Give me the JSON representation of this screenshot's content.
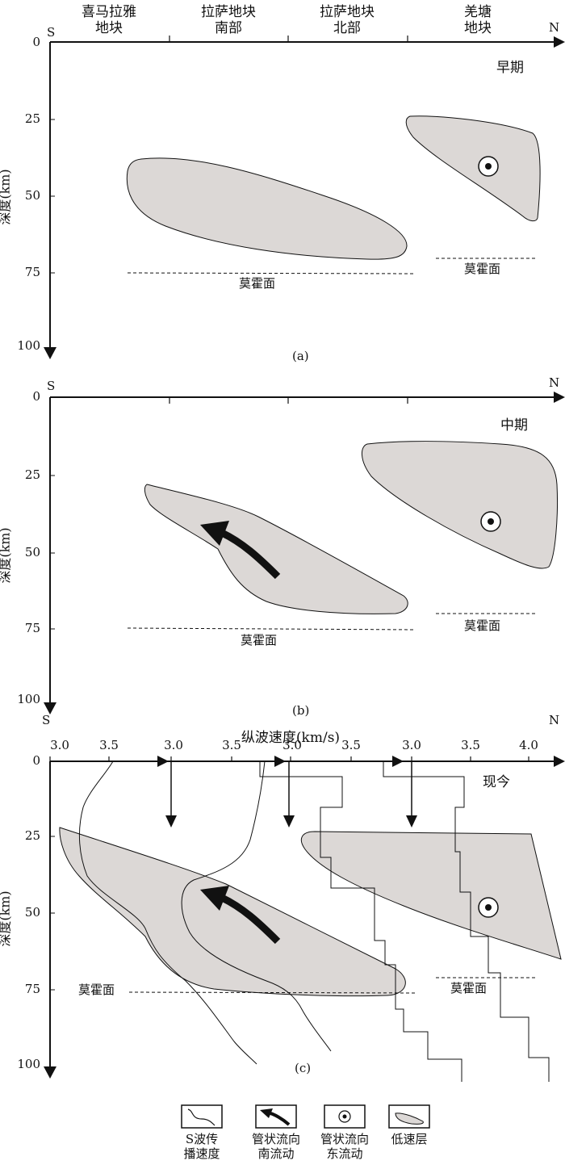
{
  "header": {
    "regions": [
      {
        "line1": "喜马拉雅",
        "line2": "地块"
      },
      {
        "line1": "拉萨地块",
        "line2": "南部"
      },
      {
        "line1": "拉萨地块",
        "line2": "北部"
      },
      {
        "line1": "羌塘",
        "line2": "地块"
      }
    ]
  },
  "axis": {
    "south": "S",
    "north": "N",
    "depth_label": "深度(km)",
    "depth_ticks": [
      "0",
      "25",
      "50",
      "75",
      "100"
    ]
  },
  "panels": [
    {
      "caption": "(a)",
      "stage": "早期",
      "moho_left": "莫霍面",
      "moho_right": "莫霍面"
    },
    {
      "caption": "(b)",
      "stage": "中期",
      "moho_left": "莫霍面",
      "moho_right": "莫霍面"
    },
    {
      "caption": "(c)",
      "stage": "现今",
      "moho_left": "莫霍面",
      "moho_right": "莫霍面"
    }
  ],
  "velocity": {
    "title": "纵波速度(km/s)",
    "groups": [
      [
        "3.0",
        "3.5"
      ],
      [
        "3.0",
        "3.5"
      ],
      [
        "3.0",
        "3.5"
      ],
      [
        "3.0",
        "3.5",
        "4.0"
      ]
    ]
  },
  "legend": [
    {
      "icon": "s-wave-line-icon",
      "line1": "S波传",
      "line2": "播速度"
    },
    {
      "icon": "southward-flow-arrow-icon",
      "line1": "管状流向",
      "line2": "南流动"
    },
    {
      "icon": "eastward-flow-dot-icon",
      "line1": "管状流向",
      "line2": "东流动"
    },
    {
      "icon": "low-velocity-layer-icon",
      "line1": "低速层",
      "line2": ""
    }
  ],
  "colors": {
    "low_velocity_fill": "#dcd8d6",
    "line": "#111111"
  }
}
